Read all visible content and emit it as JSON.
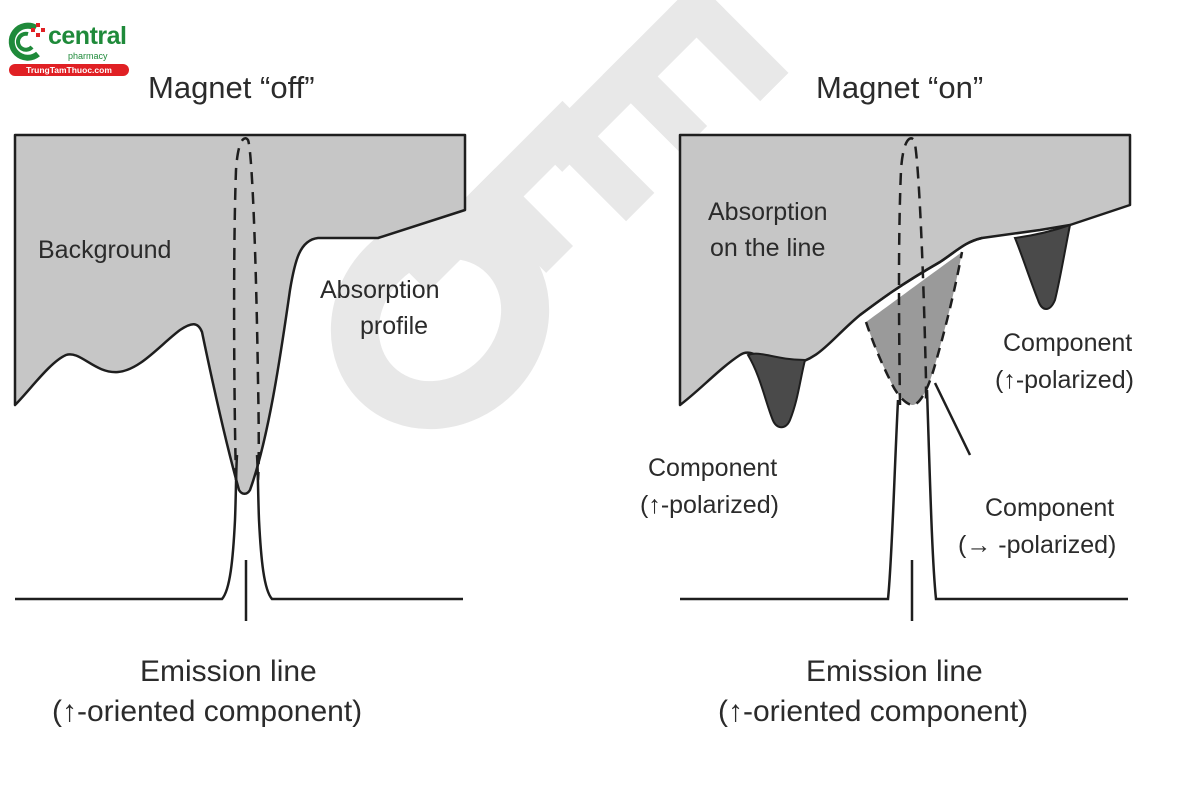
{
  "logo": {
    "name": "central",
    "subtitle": "pharmacy",
    "website": "TrungTamThuoc.com",
    "colors": {
      "green": "#1f8a3a",
      "red": "#e02024"
    }
  },
  "watermark": {
    "text": "OFF",
    "color": "#e6e6e6"
  },
  "panels": [
    {
      "id": "magnet-off",
      "title": "Magnet “off”",
      "labels": {
        "background": "Background",
        "absorption_profile_line1": "Absorption",
        "absorption_profile_line2": "profile"
      },
      "caption_line1": "Emission line",
      "caption_line2": "(↑-oriented component)"
    },
    {
      "id": "magnet-on",
      "title": "Magnet “on”",
      "labels": {
        "absorption_line1": "Absorption",
        "absorption_line2": "on the line",
        "component_left_line1": "Component",
        "component_left_line2": "(↑-polarized)",
        "component_right_line1": "Component",
        "component_right_line2": "(↑-polarized)",
        "component_center_line1": "Component",
        "component_center_line2": "(→ -polarized)"
      },
      "caption_line1": "Emission line",
      "caption_line2": "(↑-oriented component)"
    }
  ],
  "colors": {
    "background_fill": "#c6c6c6",
    "component_fill": "#4a4a4a",
    "absorption_on_line_fill": "#9a9a9a",
    "stroke": "#1e1e1e"
  }
}
